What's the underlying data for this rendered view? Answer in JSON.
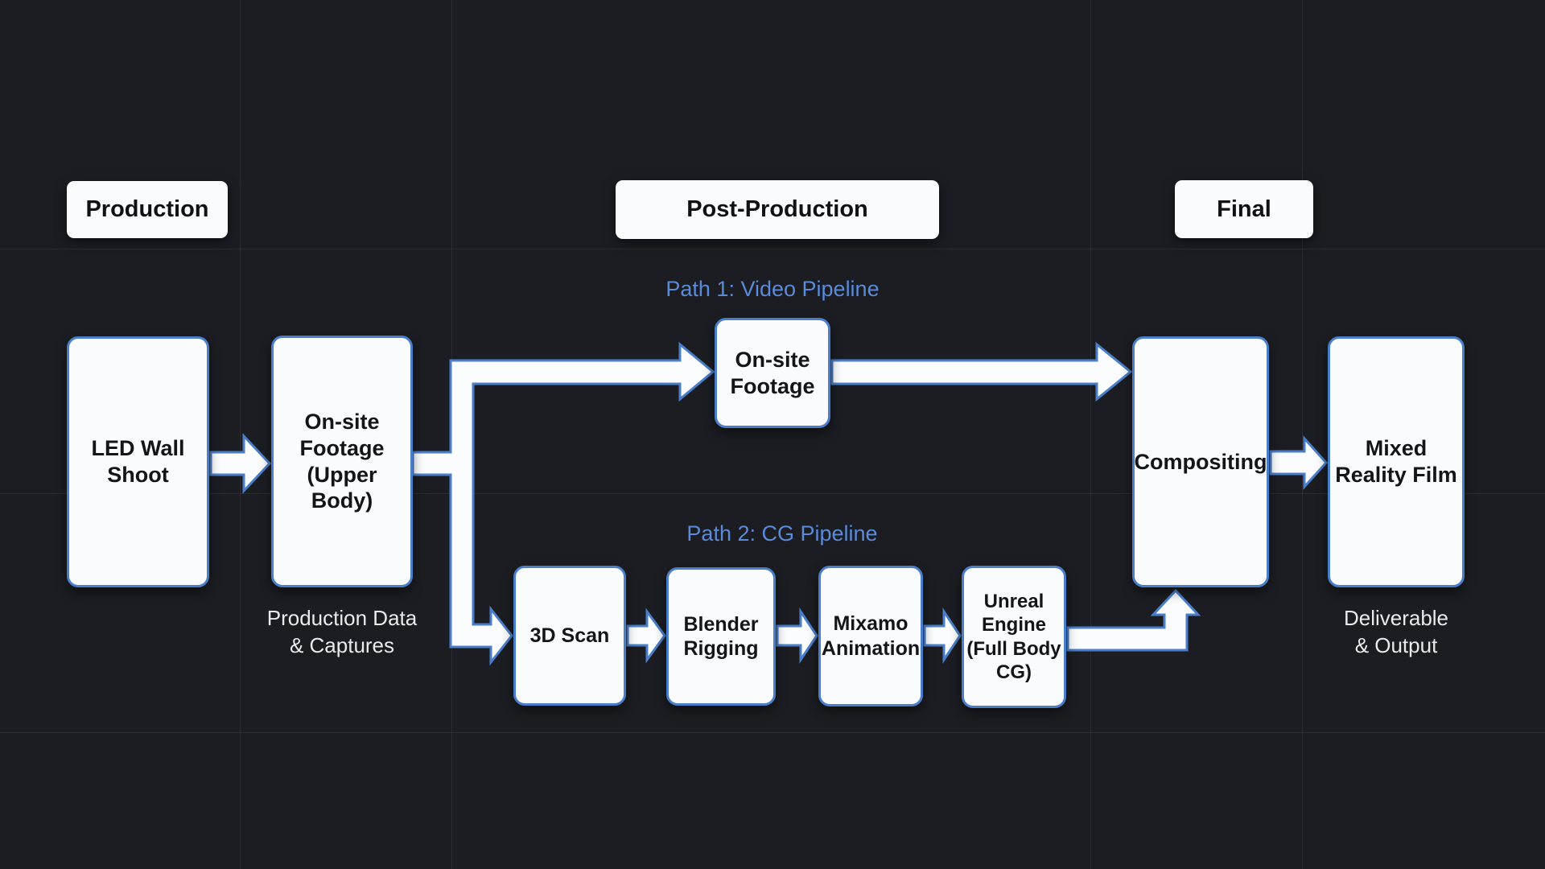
{
  "headers": {
    "production": "Production",
    "post_production": "Post-Production",
    "final": "Final"
  },
  "paths": {
    "path1_label": "Path 1: Video Pipeline",
    "path2_label": "Path 2: CG Pipeline"
  },
  "nodes": {
    "led_wall_shoot": "LED Wall Shoot",
    "onsite_upper": "On-site Footage (Upper Body)",
    "onsite_footage": "On-site Footage",
    "scan_3d": "3D Scan",
    "blender_rigging": "Blender Rigging",
    "mixamo_animation": "Mixamo Animation",
    "unreal_engine": "Unreal Engine (Full Body CG)",
    "compositing": "Compositing",
    "mixed_reality_film": "Mixed Reality Film"
  },
  "captions": {
    "production_data": {
      "line1": "Production Data",
      "line2": "& Captures"
    },
    "deliverable": {
      "line1": "Deliverable",
      "line2": "& Output"
    }
  },
  "colors": {
    "background": "#1b1d22",
    "box_fill": "#fafbfc",
    "box_border": "#4a7ec9",
    "accent_text": "#5a8ad8",
    "caption_text": "#e8eaec",
    "header_text": "#111111",
    "node_text": "#141518"
  }
}
